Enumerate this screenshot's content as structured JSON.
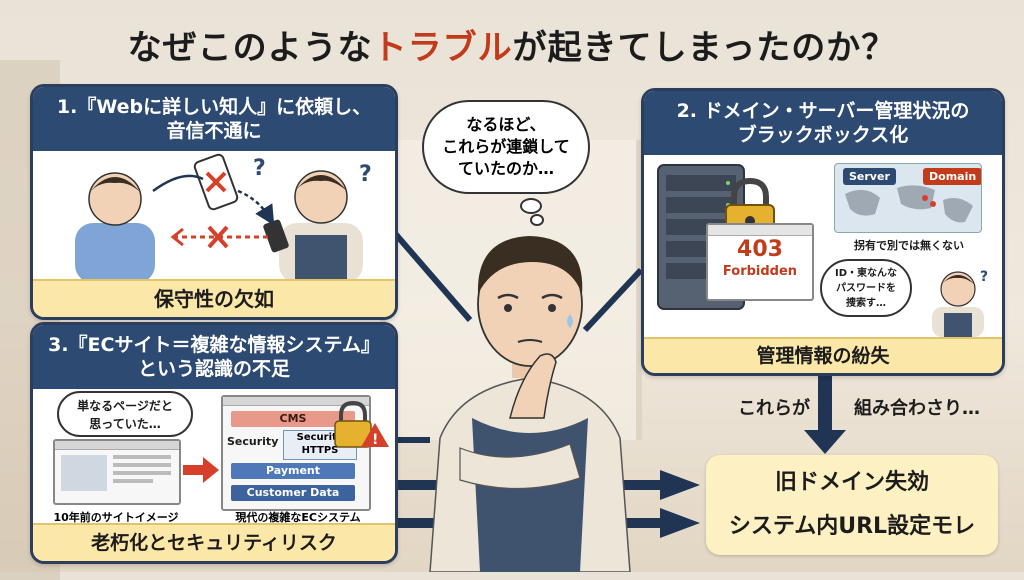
{
  "title": {
    "before": "なぜこのような",
    "highlight": "トラブル",
    "after": "が起きてしまったのか？"
  },
  "panel1": {
    "heading_line1": "1.『Webに詳しい知人』に依頼し、",
    "heading_line2": "音信不通に",
    "footer": "保守性の欠如"
  },
  "panel2": {
    "heading_line1": "2. ドメイン・サーバー管理状況の",
    "heading_line2": "ブラックボックス化",
    "error_code": "403",
    "error_text": "Forbidden",
    "map_server": "Server",
    "map_domain": "Domain",
    "caption": "拐有で別では無くない",
    "bubble_line1": "ID・東なんな",
    "bubble_line2": "パスワードを",
    "bubble_line3": "捜索す…",
    "footer": "管理情報の紛失"
  },
  "panel3": {
    "heading_line1": "3.『ECサイト＝複雑な情報システム』",
    "heading_line2": "という認識の不足",
    "bubble_line1": "単なるページだと",
    "bubble_line2": "思っていた…",
    "old_caption": "10年前のサイトイメージ",
    "new_caption": "現代の複雑なECシステム",
    "stack": {
      "cms": "CMS",
      "security": "Security",
      "security_https1": "Security",
      "security_https2": "HTTPS",
      "payment": "Payment",
      "customer": "Customer Data"
    },
    "footer": "老朽化とセキュリティリスク"
  },
  "center": {
    "thought_line1": "なるほど、",
    "thought_line2": "これらが連鎖して",
    "thought_line3": "ていたのか…"
  },
  "combine": {
    "left": "これらが",
    "right": "組み合わさり…"
  },
  "outcome": {
    "line1": "旧ドメイン失効",
    "line2": "システム内URL設定モレ"
  },
  "colors": {
    "navy": "#2c4a72",
    "accent_red": "#c23b1b",
    "footer_yellow": "#fbe7a8"
  }
}
